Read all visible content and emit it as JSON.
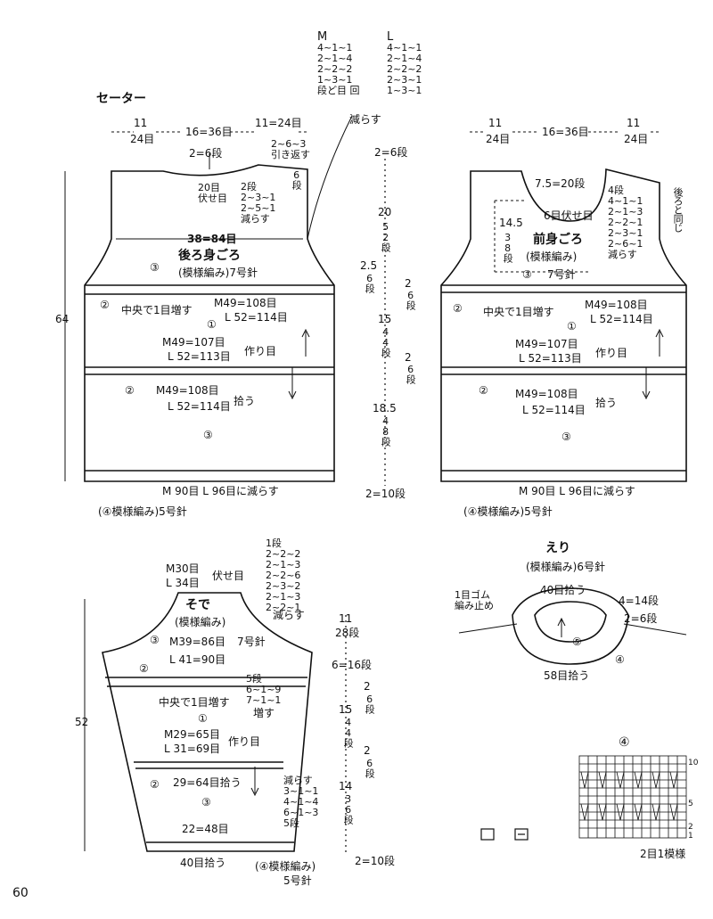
{
  "title": "セーター",
  "page_number": "60",
  "decrease_table": {
    "m_header": "M",
    "l_header": "L",
    "m_rows": [
      "4~1~1",
      "2~1~4",
      "2~2~2",
      "1~3~1",
      "段ど目 回"
    ],
    "l_rows": [
      "4~1~1",
      "2~1~4",
      "2~2~2",
      "2~3~1",
      "1~3~1"
    ],
    "note": "減らす"
  },
  "back": {
    "top_left": "11",
    "top_left_sub": "24目",
    "top_mid": "16=36目",
    "top_right": "11=24目",
    "rows_top": "2=6段",
    "shoulder_note": [
      "2~6~3",
      "引き返す"
    ],
    "neck_bind": [
      "20目",
      "伏せ目"
    ],
    "neck_dec": [
      "2段",
      "2~3~1",
      "2~5~1",
      "減らす"
    ],
    "neck_rows": "6段",
    "width": "38=84目",
    "title": "後ろ身ごろ",
    "pattern": "(模様編み)7号針",
    "sec3_top": "③",
    "sec2": "②",
    "center_inc": "中央で1目増す",
    "m49a": "M49=108目",
    "l52a": "L 52=114目",
    "sec1": "①",
    "m49b": "M49=107目",
    "l52b": "L 52=113目",
    "cast_on": "作り目",
    "m49c": "M49=108目",
    "l52c": "L 52=114目",
    "pickup": "拾う",
    "sec3_bot": "③",
    "reduce": "M 90目 L 96目に減らす",
    "ribbing": "(④模様編み)5号針",
    "height": "64"
  },
  "front": {
    "top_left": "11",
    "top_left_sub": "24目",
    "top_mid": "16=36目",
    "top_right": "11",
    "top_right_sub": "24目",
    "neck": "7.5=20段",
    "neck_bind": "6目伏せ目",
    "neck_dec": [
      "4段",
      "4~1~1",
      "2~1~3",
      "2~2~1",
      "2~3~1",
      "2~6~1",
      "減らす"
    ],
    "same_back": "後ろと同じ",
    "depth": "14.5",
    "depth_rows": "38段",
    "title": "前身ごろ",
    "pattern": "(模様編み)",
    "needle": "7号針",
    "sec3_top": "③",
    "sec2": "②",
    "center_inc": "中央で1目増す",
    "m49a": "M49=108目",
    "l52a": "L 52=114目",
    "sec1": "①",
    "m49b": "M49=107目",
    "l52b": "L 52=113目",
    "cast_on": "作り目",
    "m49c": "M49=108目",
    "l52c": "L 52=114目",
    "pickup": "拾う",
    "sec3_bot": "③",
    "reduce": "M 90目 L 96目に減らす",
    "ribbing": "(④模様編み)5号針"
  },
  "mid_scale": {
    "top": "2=6段",
    "a": "20",
    "a_rows": "52段",
    "b": "2.5",
    "b_rows": "6段",
    "c": "2",
    "c_rows": "6段",
    "d": "15",
    "d_rows": "44段",
    "e": "2",
    "e_rows": "6段",
    "f": "18.5",
    "f_rows": "48段",
    "bottom": "2=10段"
  },
  "sleeve": {
    "m30": "M30目",
    "l34": "L 34目",
    "bind": "伏せ目",
    "cap_dec": [
      "1段",
      "2~2~2",
      "2~1~3",
      "2~2~6",
      "2~3~2",
      "2~1~3",
      "2~2~1"
    ],
    "cap_dec_note": "減らす",
    "title": "そで",
    "pattern": "(模様編み)",
    "sec3_top": "③",
    "m39": "M39=86目",
    "needle": "7号針",
    "l41": "L 41=90目",
    "sec2": "②",
    "inc_rows": [
      "5段",
      "6~1~9",
      "7~1~1"
    ],
    "inc_note": "増す",
    "center_inc": "中央で1目増す",
    "sec1": "①",
    "m29": "M29=65目",
    "l31": "L 31=69目",
    "cast_on": "作り目",
    "sec2b": "②",
    "pick64": "29=64目拾う",
    "sec3_bot": "③",
    "dec": [
      "減らす",
      "3~1~1",
      "4~1~4",
      "6~1~3",
      "5段"
    ],
    "bottom_w": "22=48目",
    "pick40": "40目拾う",
    "ribbing": "(④模様編み)",
    "ribbing_needle": "5号針",
    "height": "52"
  },
  "sleeve_scale": {
    "a": "11",
    "a_rows": "28段",
    "b": "6=16段",
    "c": "2",
    "c_rows": "6段",
    "d": "15",
    "d_rows": "44段",
    "e": "2",
    "e_rows": "6段",
    "f": "14",
    "f_rows": "36段",
    "bottom": "2=10段"
  },
  "collar": {
    "title": "えり",
    "pattern": "(模様編み)6号針",
    "pick40": "40目拾う",
    "rows": "4=14段",
    "rows2": "2=6段",
    "bind_note": [
      "1目ゴム",
      "編み止め"
    ],
    "sec5": "⑤",
    "sec4": "④",
    "pick58": "58目拾う"
  },
  "chart": {
    "label": "④",
    "row10": "10",
    "row5": "5",
    "row1": "1",
    "row2": "2",
    "repeat": "2目1模様",
    "legend": "□=⊟"
  }
}
